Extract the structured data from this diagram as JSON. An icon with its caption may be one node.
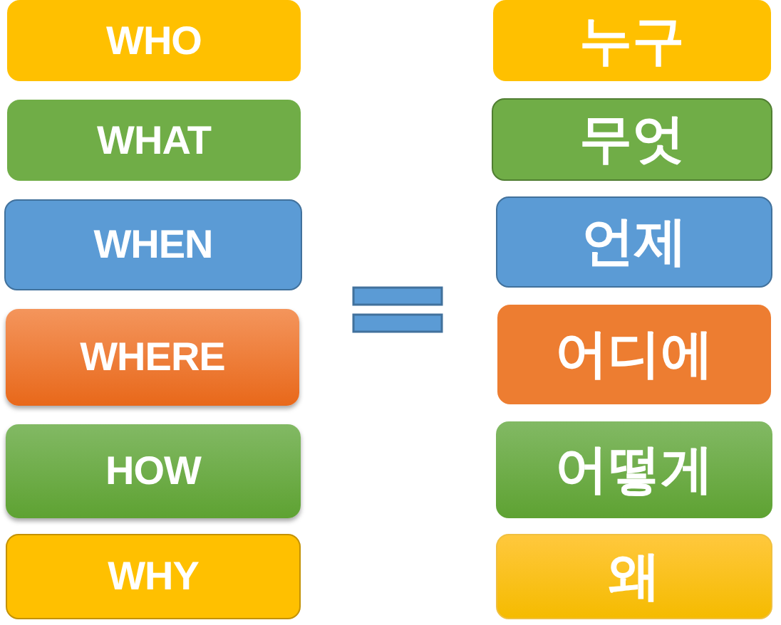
{
  "diagram": {
    "nodes": [
      {
        "text": [
          "WHO"
        ]
      },
      {
        "text": [
          "WHAT"
        ]
      },
      {
        "text": [
          "WHEN"
        ]
      },
      {
        "text": [
          "WHERE"
        ]
      },
      {
        "text": [
          "HOW"
        ]
      },
      {
        "text": [
          "WHY"
        ]
      },
      {
        "text": [
          "누구"
        ]
      },
      {
        "text": [
          "무엇"
        ]
      },
      {
        "text": [
          "언제"
        ]
      },
      {
        "text": [
          "어디에"
        ]
      },
      {
        "text": [
          "어떻게"
        ]
      },
      {
        "text": [
          "왜"
        ]
      }
    ]
  }
}
